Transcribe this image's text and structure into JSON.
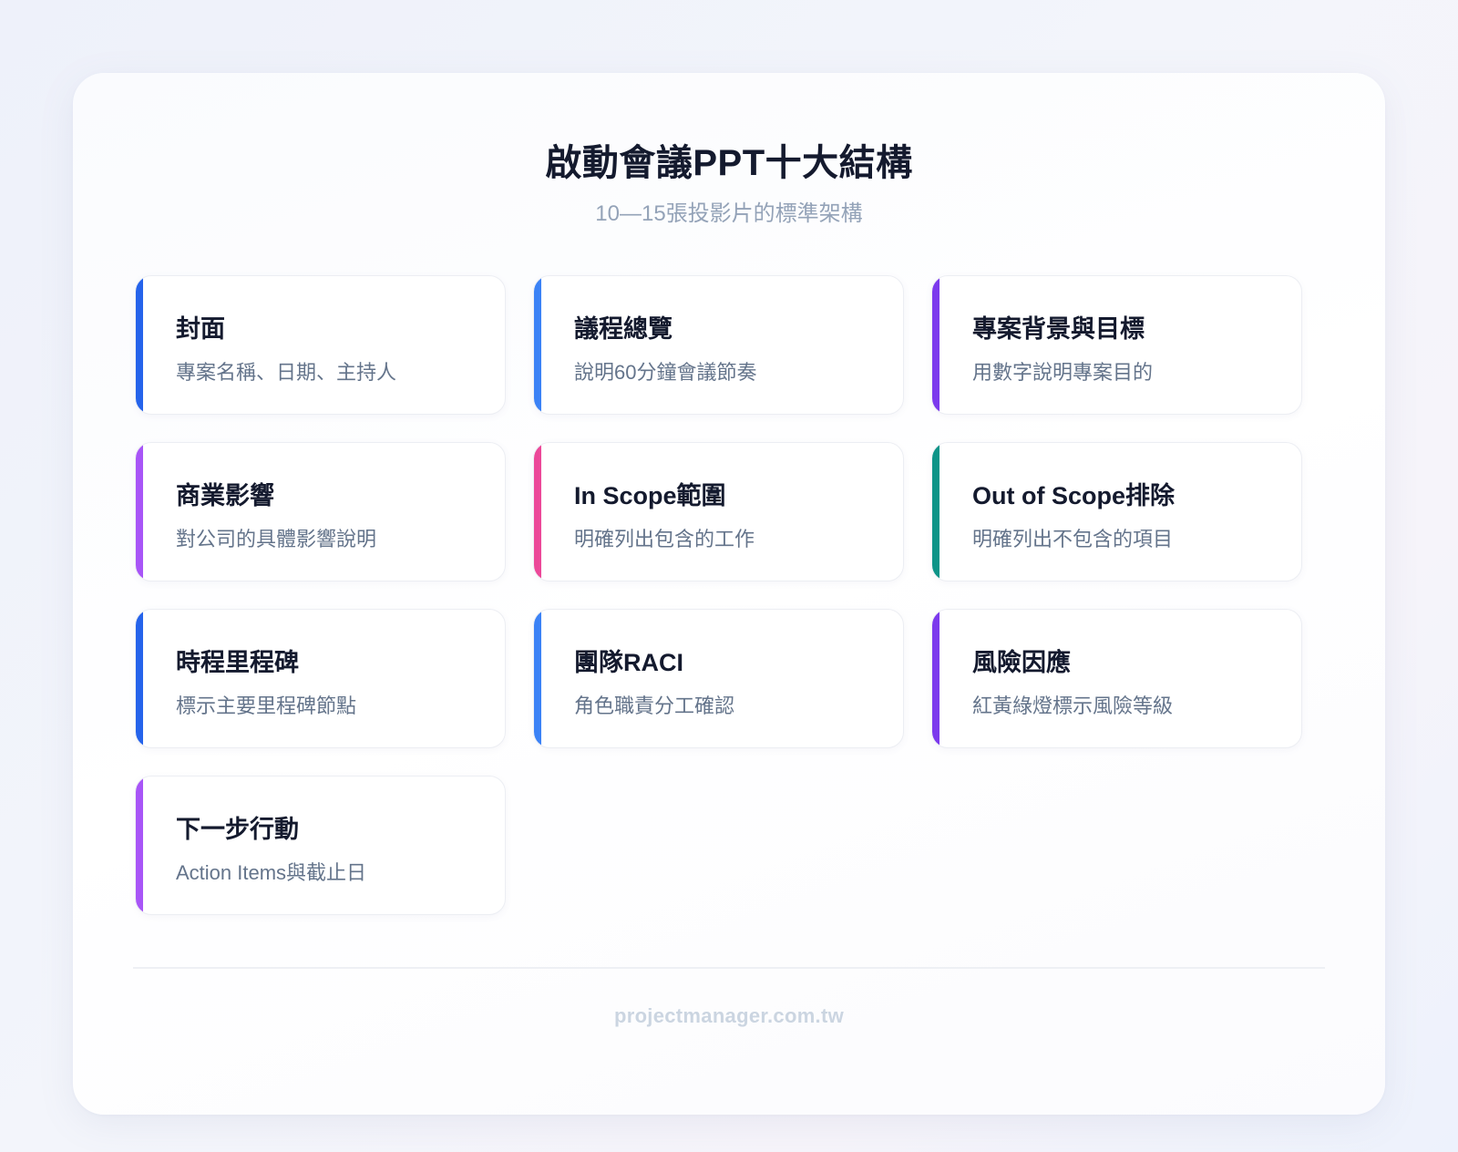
{
  "header": {
    "title": "啟動會議PPT十大結構",
    "subtitle": "10—15張投影片的標準架構"
  },
  "cards": [
    {
      "title": "封面",
      "description": "專案名稱、日期、主持人",
      "accent": "#2563eb"
    },
    {
      "title": "議程總覽",
      "description": "說明60分鐘會議節奏",
      "accent": "#3b82f6"
    },
    {
      "title": "專案背景與目標",
      "description": "用數字說明專案目的",
      "accent": "#7c3aed"
    },
    {
      "title": "商業影響",
      "description": "對公司的具體影響說明",
      "accent": "#a855f7"
    },
    {
      "title": "In Scope範圍",
      "description": "明確列出包含的工作",
      "accent": "#ec4899"
    },
    {
      "title": "Out of Scope排除",
      "description": "明確列出不包含的項目",
      "accent": "#0d9488"
    },
    {
      "title": "時程里程碑",
      "description": "標示主要里程碑節點",
      "accent": "#2563eb"
    },
    {
      "title": "團隊RACI",
      "description": "角色職責分工確認",
      "accent": "#3b82f6"
    },
    {
      "title": "風險因應",
      "description": "紅黃綠燈標示風險等級",
      "accent": "#7c3aed"
    },
    {
      "title": "下一步行動",
      "description": "Action Items與截止日",
      "accent": "#a855f7"
    }
  ],
  "footer": {
    "site": "projectmanager.com.tw"
  }
}
